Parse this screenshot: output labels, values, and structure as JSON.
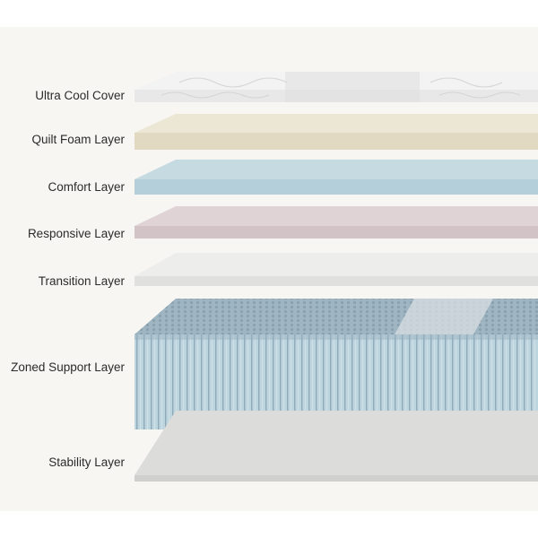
{
  "diagram": {
    "layers": [
      {
        "label": "Ultra Cool Cover",
        "top_color": "#f4f4f4",
        "front_color": "#e9e9e9"
      },
      {
        "label": "Quilt Foam Layer",
        "top_color": "#ebe5d2",
        "front_color": "#e2dbc4"
      },
      {
        "label": "Comfort Layer",
        "top_color": "#c3d8e0",
        "front_color": "#b6d1dc"
      },
      {
        "label": "Responsive Layer",
        "top_color": "#dccfd2",
        "front_color": "#d4c5c9"
      },
      {
        "label": "Transition Layer",
        "top_color": "#ececea",
        "front_color": "#e4e4e2"
      },
      {
        "label": "Zoned Support Layer",
        "top_color": "#a7bcc8",
        "front_color": "#b9d2dc"
      },
      {
        "label": "Stability Layer",
        "top_color": "#dcdcda",
        "front_color": "#d8d8d6"
      }
    ]
  }
}
